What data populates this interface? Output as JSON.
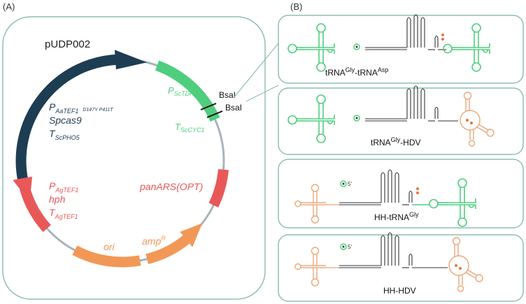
{
  "panel_a": {
    "label": "(A)",
    "plasmid_name": "pUDP002",
    "features": {
      "promoter_tdh3": {
        "main": "P",
        "sub": "ScTDH3"
      },
      "terminator_cyc1": {
        "main": "T",
        "sub": "ScCYC1"
      },
      "bsai_1": "BsaI",
      "bsai_2": "BsaI",
      "promoter_tef1_aa": {
        "main": "P",
        "sub": "AaTEF1",
        "extra": "D147Y P411T"
      },
      "spcas9": "Spcas9",
      "terminator_pho5": {
        "main": "T",
        "sub": "ScPHO5"
      },
      "promoter_tef1_ag": {
        "main": "P",
        "sub": "AgTEF1"
      },
      "hph": "hph",
      "terminator_tef1_ag": {
        "main": "T",
        "sub": "AgTEF1"
      },
      "panars": "panARS(OPT)",
      "ori": "ori",
      "ampr": {
        "main": "amp",
        "sup": "R"
      }
    },
    "colors": {
      "cas9": "#1d3d52",
      "trna_green": "#4fce7e",
      "marker_red": "#e95858",
      "ori_orange": "#f29857",
      "backbone": "#a8b4bb",
      "box_border": "#8fbfb4",
      "bsai": "#111111"
    }
  },
  "panel_b": {
    "label": "(B)",
    "constructs": [
      {
        "pre": "tRNA",
        "sup1": "Gly",
        "mid": "-tRNA",
        "sup2": "Asp"
      },
      {
        "pre": "tRNA",
        "sup1": "Gly",
        "mid": "-HDV",
        "sup2": ""
      },
      {
        "pre": "HH-tRNA",
        "sup1": "Gly",
        "mid": "",
        "sup2": ""
      },
      {
        "pre": "HH-HDV",
        "sup1": "",
        "mid": "",
        "sup2": ""
      }
    ],
    "five_prime": "5'",
    "colors": {
      "trna": "#4fce7e",
      "ribozyme": "#e8a87a",
      "spacer": "#333333",
      "cleavage": "#e8743a"
    }
  }
}
